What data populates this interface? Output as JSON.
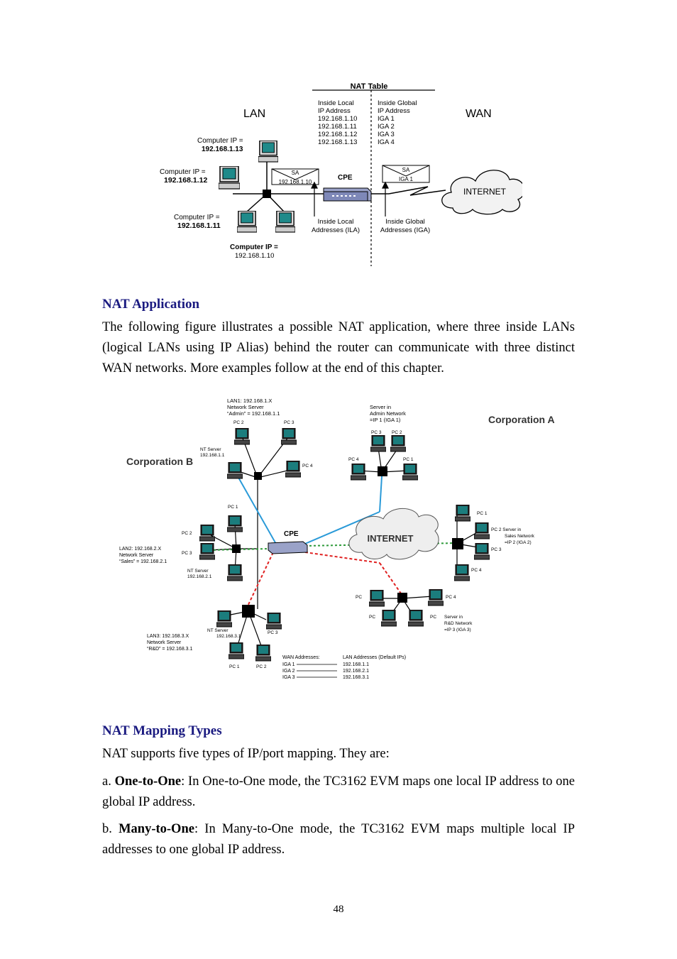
{
  "figure1": {
    "nat_table_title": "NAT Table",
    "lan_label": "LAN",
    "wan_label": "WAN",
    "col_local_header": [
      "Inside Local",
      "IP Address"
    ],
    "col_global_header": [
      "Inside Global",
      "IP Address"
    ],
    "local_addresses": [
      "192.168.1.10",
      "192.168.1.11",
      "192.168.1.12",
      "192.168.1.13"
    ],
    "global_addresses": [
      "IGA 1",
      "IGA 2",
      "IGA 3",
      "IGA 4"
    ],
    "computers": [
      {
        "label": "Computer IP =",
        "ip": "192.168.1.13"
      },
      {
        "label": "Computer IP =",
        "ip": "192.168.1.12"
      },
      {
        "label": "Computer IP =",
        "ip": "192.168.1.11"
      },
      {
        "label": "Computer IP =",
        "ip": "192.168.1.10"
      }
    ],
    "packet_left": {
      "sa": "SA",
      "addr": "192.168.1.10"
    },
    "packet_right": {
      "sa": "SA",
      "addr": "IGA 1"
    },
    "cpe_label": "CPE",
    "internet_label": "INTERNET",
    "inside_local_caption": [
      "Inside Local",
      "Addresses (ILA)"
    ],
    "inside_global_caption": [
      "Inside Global",
      "Addresses (IGA)"
    ]
  },
  "section1": {
    "heading": "NAT Application",
    "body": "The following figure illustrates a possible NAT application, where three inside LANs (logical LANs using IP Alias) behind the router can communicate with three distinct WAN networks. More examples follow at the end of this chapter."
  },
  "figure2": {
    "corp_a": "Corporation A",
    "corp_b": "Corporation B",
    "cpe_label": "CPE",
    "internet_label": "INTERNET",
    "lan1": [
      "LAN1: 192.168.1.X",
      "Network Server",
      "“Admin” = 192.168.1.1"
    ],
    "lan2": [
      "LAN2: 192.168.2.X",
      "Network Server",
      "“Sales” = 192.168.2.1"
    ],
    "lan3": [
      "LAN3: 192.168.3.X",
      "Network Server",
      "“R&D” = 192.168.3.1"
    ],
    "nt_server1": [
      "NT Server",
      "192.168.1.1"
    ],
    "nt_server2": [
      "NT Server",
      "192.168.2.1"
    ],
    "nt_server3": [
      "NT Server",
      "192.168.3.1"
    ],
    "server_admin": [
      "Server in",
      "Admin Network",
      "=IP 1 (IGA 1)"
    ],
    "server_sales": [
      "PC 2 Server in",
      "Sales Network",
      "=IP 2 (IGA 2)"
    ],
    "server_rd": [
      "Server in",
      "R&D Network",
      "=IP 3 (IGA 3)"
    ],
    "pc_labels": {
      "pc1": "PC 1",
      "pc2": "PC 2",
      "pc3": "PC 3",
      "pc4": "PC 4",
      "pc": "PC"
    },
    "wan_header": "WAN Addresses:",
    "lan_header": "LAN Addresses (Default IPs)",
    "mappings": [
      {
        "wan": "IGA 1",
        "lan": "192.168.1.1"
      },
      {
        "wan": "IGA 2",
        "lan": "192.168.2.1"
      },
      {
        "wan": "IGA 3",
        "lan": "192.168.3.1"
      }
    ]
  },
  "section2": {
    "heading": "NAT Mapping Types",
    "intro": "NAT supports five types of IP/port mapping. They are:",
    "item_a": {
      "prefix": "a. ",
      "term": "One-to-One",
      "text": ": In One-to-One mode, the TC3162 EVM maps one local IP address to one global IP address."
    },
    "item_b": {
      "prefix": "b. ",
      "term": "Many-to-One",
      "text": ": In Many-to-One mode, the TC3162 EVM maps multiple local IP addresses to one global IP address."
    }
  },
  "page_number": "48",
  "colors": {
    "heading": "#1a1a80",
    "blue_link": "#2a9ad8",
    "green_link": "#2e9a3a",
    "red_link": "#e02020"
  }
}
